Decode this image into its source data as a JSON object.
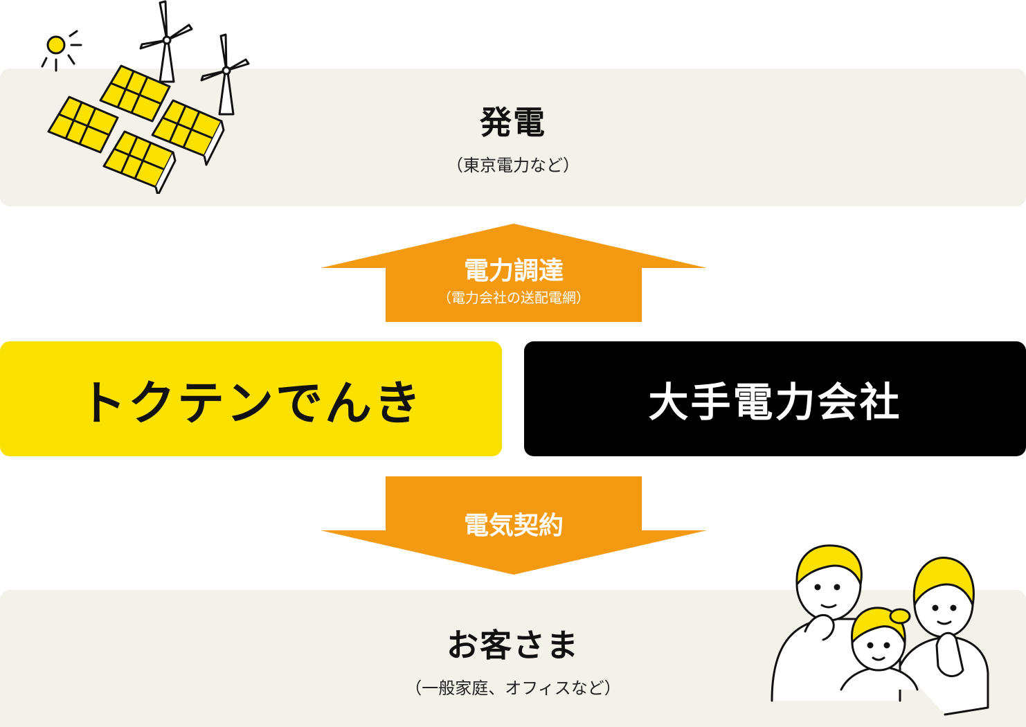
{
  "generation": {
    "title": "発電",
    "subtitle": "（東京電力など）"
  },
  "procurement": {
    "title": "電力調達",
    "subtitle": "（電力会社の送配電網）"
  },
  "tokuten": {
    "label": "トクテンでんき"
  },
  "major": {
    "label": "大手電力会社"
  },
  "contract": {
    "title": "電気契約"
  },
  "customer": {
    "title": "お客さま",
    "subtitle": "（一般家庭、オフィスなど）"
  },
  "colors": {
    "band": "#f4f1eb",
    "arrow": "#f39a12",
    "yellow": "#fbe100",
    "black": "#000000"
  },
  "icons": [
    "sun-icon",
    "wind-turbine-icon",
    "solar-panel-icon",
    "family-icon"
  ]
}
